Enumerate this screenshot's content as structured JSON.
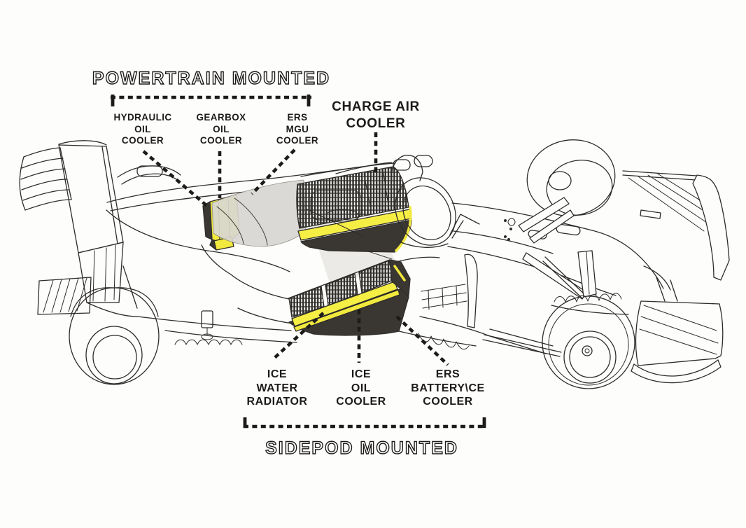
{
  "diagram": {
    "powertrain_group": {
      "title": "POWERTRAIN MOUNTED",
      "labels": [
        {
          "id": "hydraulic-oil-cooler",
          "text": "HYDRAULIC\nOIL\nCOOLER"
        },
        {
          "id": "gearbox-oil-cooler",
          "text": "GEARBOX\nOIL\nCOOLER"
        },
        {
          "id": "ers-mgu-cooler",
          "text": "ERS\nMGU\nCOOLER"
        }
      ]
    },
    "charge_air_cooler": {
      "label": "CHARGE AIR\nCOOLER"
    },
    "sidepod_group": {
      "title": "SIDEPOD MOUNTED",
      "labels": [
        {
          "id": "ice-water-radiator",
          "text": "ICE\nWATER\nRADIATOR"
        },
        {
          "id": "ice-oil-cooler",
          "text": "ICE\nOIL\nCOOLER"
        },
        {
          "id": "ers-battery-ce-cooler",
          "text": "ERS\nBATTERY\\CE\nCOOLER"
        }
      ]
    },
    "highlight_colors": {
      "cooler_yellow": "#f2e93e",
      "cooler_stripe_yellow": "#f5ee45",
      "cooler_shadow": "#3a3733",
      "intake_duct_grey": "#d9d7d2",
      "line_art": "#2e2c29",
      "label_text": "#1d1b19",
      "background": "#fdfdfb"
    }
  }
}
